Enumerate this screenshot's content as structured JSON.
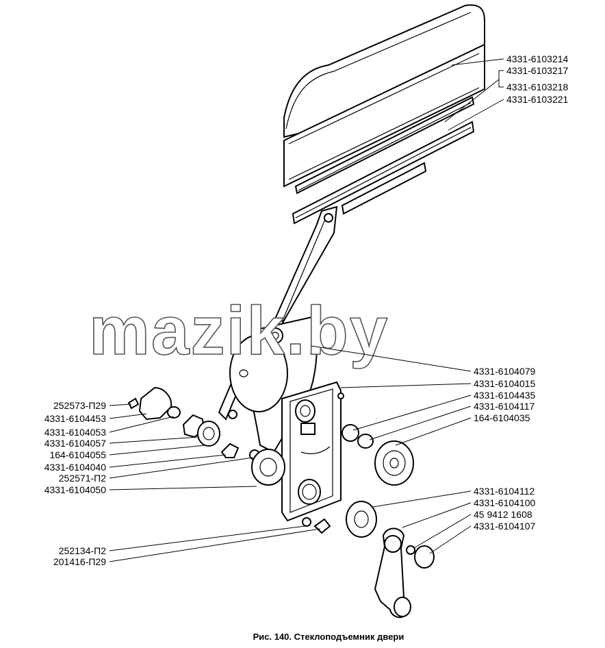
{
  "watermark": "mazik.by",
  "caption": "Рис. 140. Стеклоподъемник двери",
  "labels_right": [
    "4331-6103214",
    "4331-6103217",
    "4331-6103218",
    "4331-6103221",
    "4331-6104079",
    "4331-6104015",
    "4331-6104435",
    "4331-6104117",
    "164-6104035",
    "4331-6104112",
    "4331-6104100",
    "45 9412 1608",
    "4331-6104107"
  ],
  "labels_left": [
    "252573-П29",
    "4331-6104453",
    "4331-6104053",
    "4331-6104057",
    "164-6104055",
    "4331-6104040",
    "252571-П2",
    "4331-6104050",
    "252134-П2",
    "201416-П29"
  ]
}
